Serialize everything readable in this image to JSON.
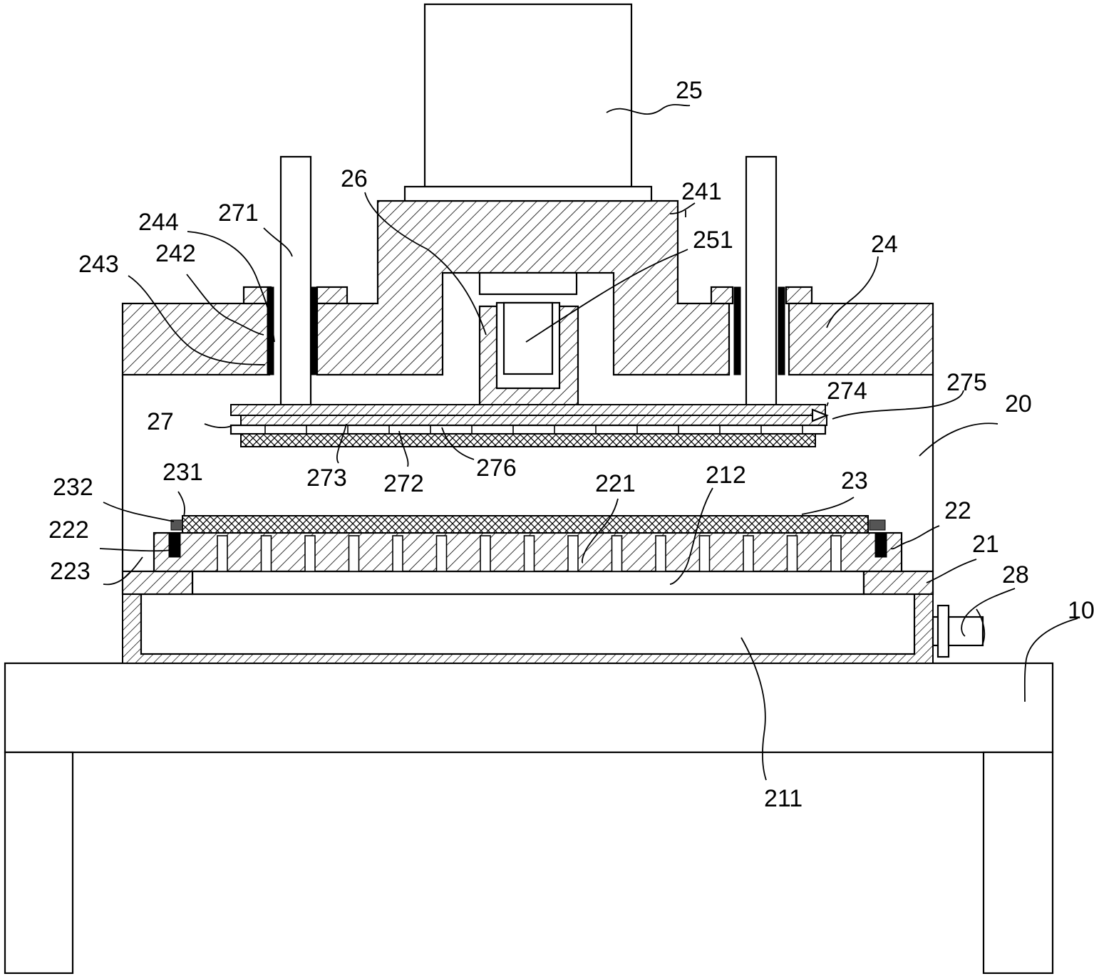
{
  "labels": {
    "l25": "25",
    "l26": "26",
    "l241": "241",
    "l244": "244",
    "l271": "271",
    "l242": "242",
    "l243": "243",
    "l251": "251",
    "l24": "24",
    "l275": "275",
    "l274": "274",
    "l20": "20",
    "l27": "27",
    "l273": "273",
    "l272": "272",
    "l276": "276",
    "l232": "232",
    "l231": "231",
    "l221": "221",
    "l212": "212",
    "l23": "23",
    "l22": "22",
    "l222": "222",
    "l21": "21",
    "l223": "223",
    "l28": "28",
    "l10": "10",
    "l211": "211"
  }
}
